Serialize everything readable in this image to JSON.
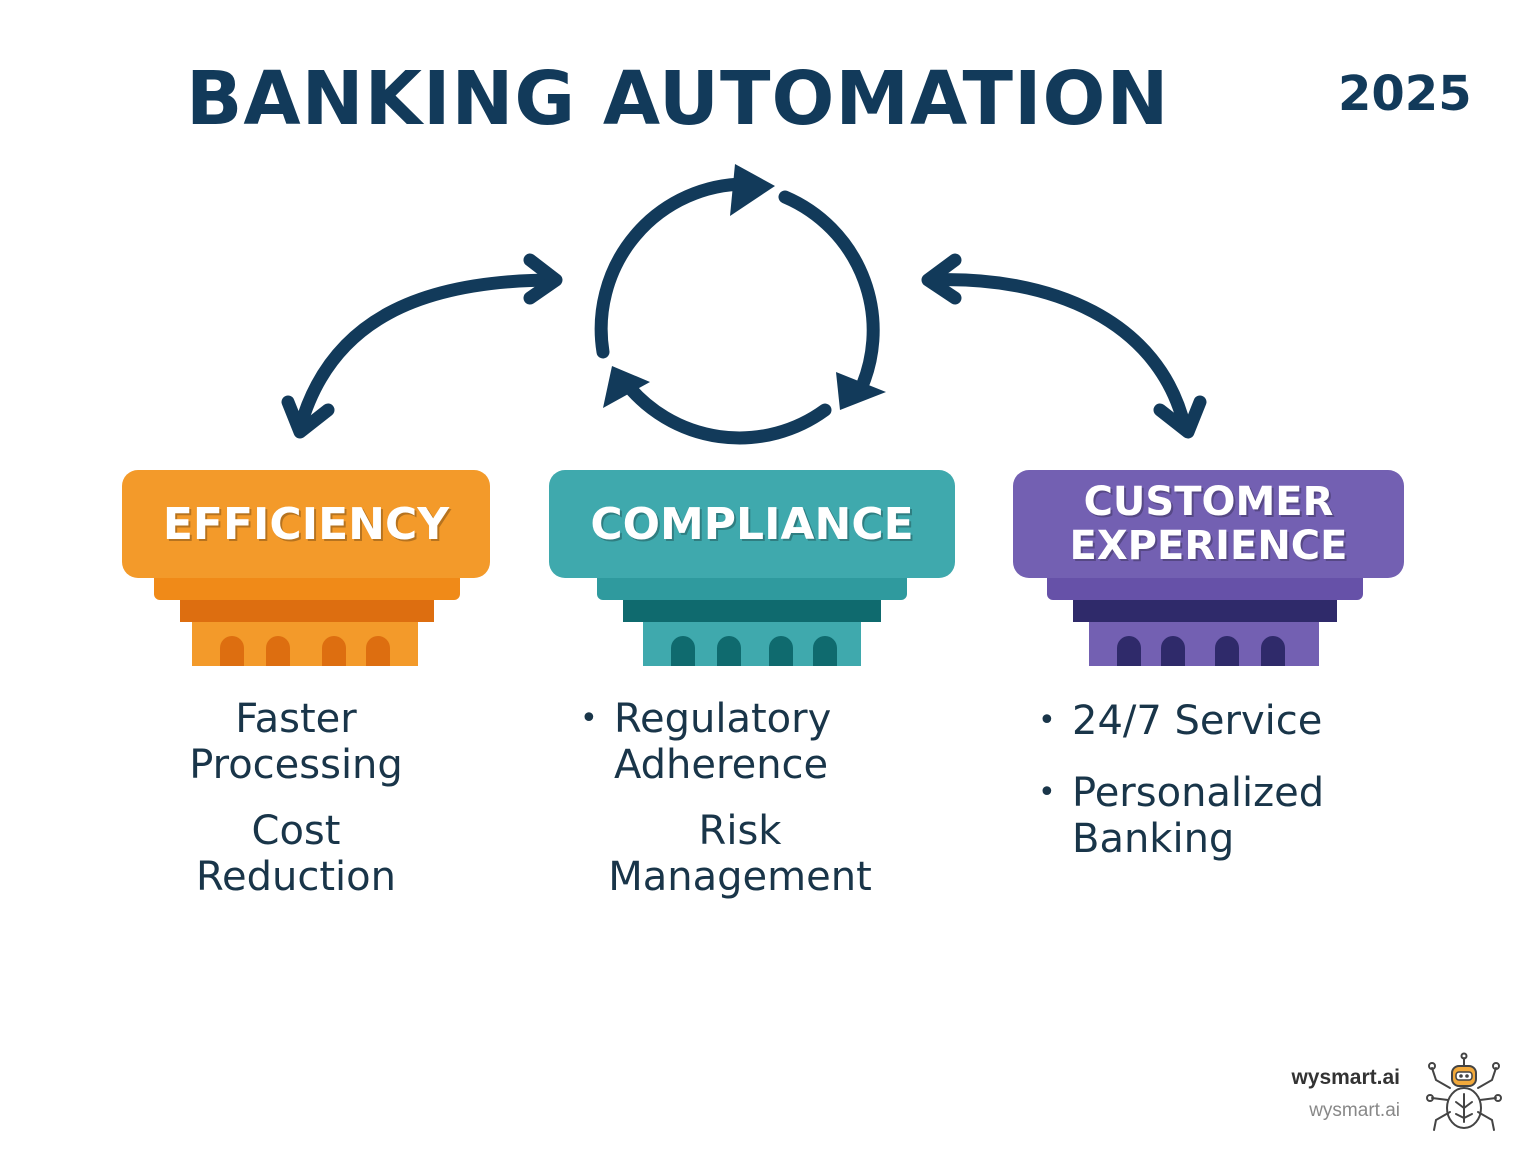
{
  "title": "BANKING AUTOMATION",
  "year": "2025",
  "colors": {
    "navy": "#123a5a",
    "efficiency": "#f39a2a",
    "compliance": "#3fa9ad",
    "customer": "#7360b2"
  },
  "pillars": [
    {
      "label": "EFFICIENCY",
      "items": [
        "Faster Processing",
        "Cost Reduction"
      ]
    },
    {
      "label": "COMPLIANCE",
      "items": [
        "Regulatory Adherence",
        "Risk Management"
      ]
    },
    {
      "label": "CUSTOMER EXPERIENCE",
      "items": [
        "24/7 Service",
        "Personalized Banking"
      ]
    }
  ],
  "footer": {
    "brand": "wysmart.ai",
    "url": "wysmart.ai"
  },
  "icons": [
    "cycle-arrows-icon",
    "curved-double-arrow-icon",
    "robot-spider-logo-icon"
  ]
}
